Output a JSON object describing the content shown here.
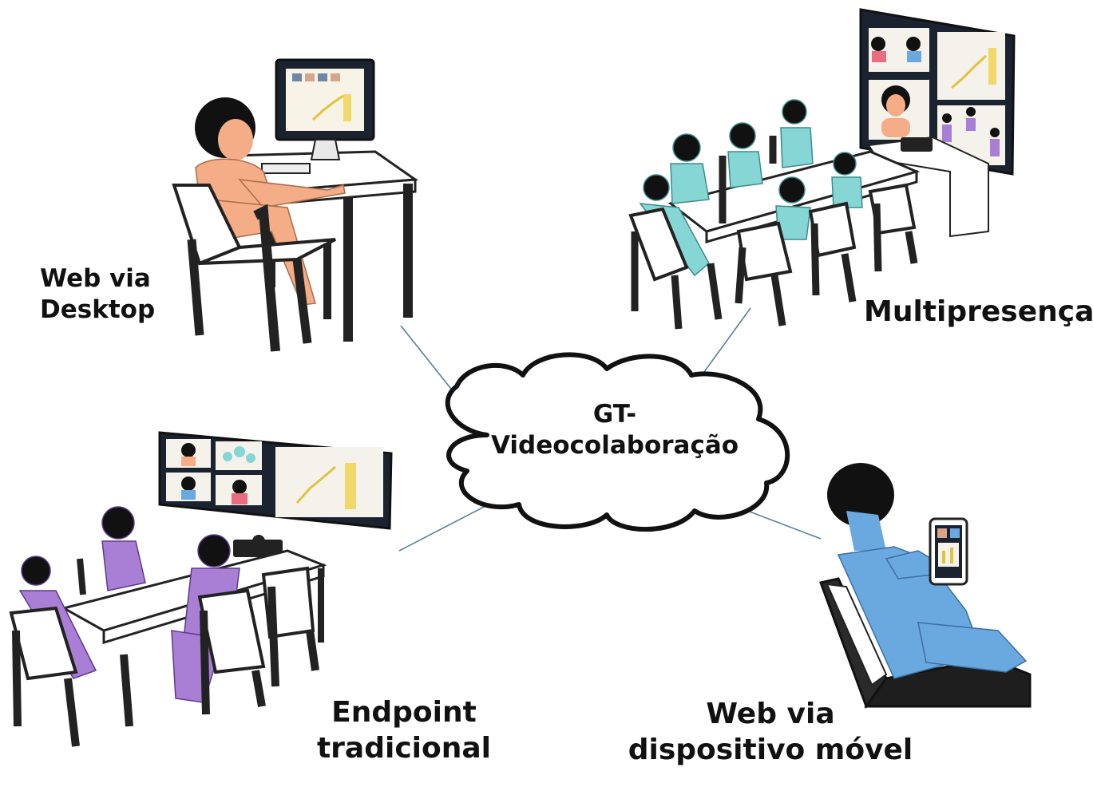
{
  "center": {
    "line1": "GT-",
    "line2": "Videocolaboração"
  },
  "nodes": {
    "desktop": {
      "line1": "Web via",
      "line2": "Desktop"
    },
    "multipresenca": {
      "line1": "Multipresença"
    },
    "endpoint": {
      "line1": "Endpoint",
      "line2": "tradicional"
    },
    "mobile": {
      "line1": "Web via",
      "line2": "dispositivo móvel"
    }
  },
  "colors": {
    "desktop_person": "#f4ad86",
    "multipresenca_person": "#86d6d6",
    "endpoint_person": "#a97fd6",
    "mobile_person": "#6aa8e0",
    "connector": "#5e7e96"
  }
}
